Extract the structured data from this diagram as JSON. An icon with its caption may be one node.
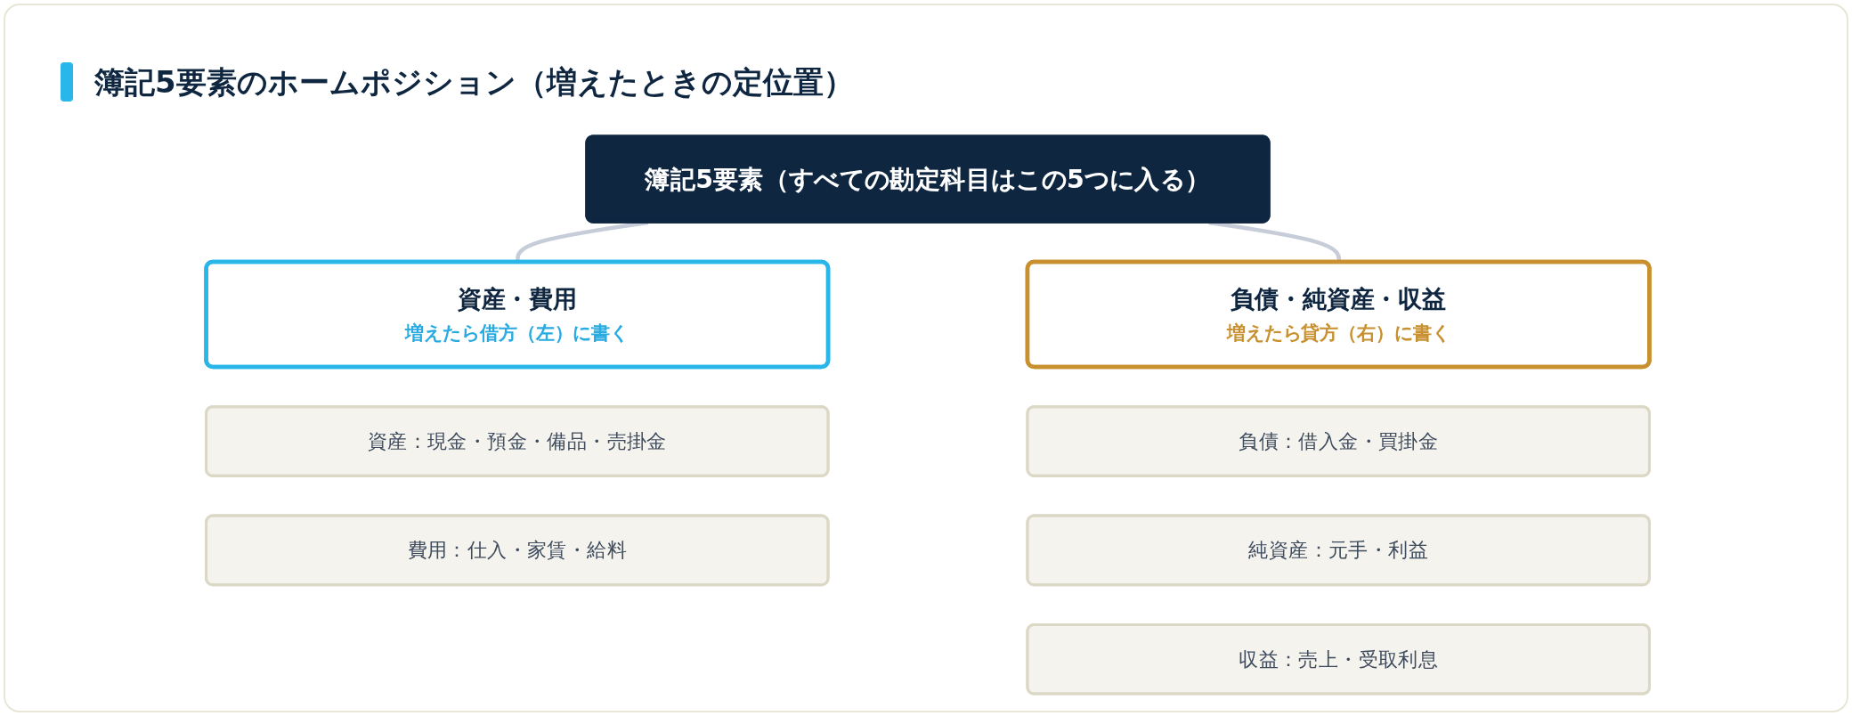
{
  "diagram": {
    "title": "簿記5要素のホームポジション（増えたときの定位置）",
    "nodes": [
      {
        "text": [
          "簿記5要素（すべての勘定科目はこの5つに入る）"
        ]
      },
      {
        "text": [
          "資産・費用",
          "増えたら借方（左）に書く"
        ]
      },
      {
        "text": [
          "資産：現金・預金・備品・売掛金"
        ]
      },
      {
        "text": [
          "費用：仕入・家賃・給料"
        ]
      },
      {
        "text": [
          "負債・純資産・収益",
          "増えたら貸方（右）に書く"
        ]
      },
      {
        "text": [
          "負債：借入金・買掛金"
        ]
      },
      {
        "text": [
          "純資産：元手・利益"
        ]
      },
      {
        "text": [
          "収益：売上・受取利息"
        ]
      }
    ],
    "edges": [
      {
        "from": 0,
        "to": 1,
        "arrow": "none"
      },
      {
        "from": 0,
        "to": 4,
        "arrow": "none"
      }
    ]
  }
}
